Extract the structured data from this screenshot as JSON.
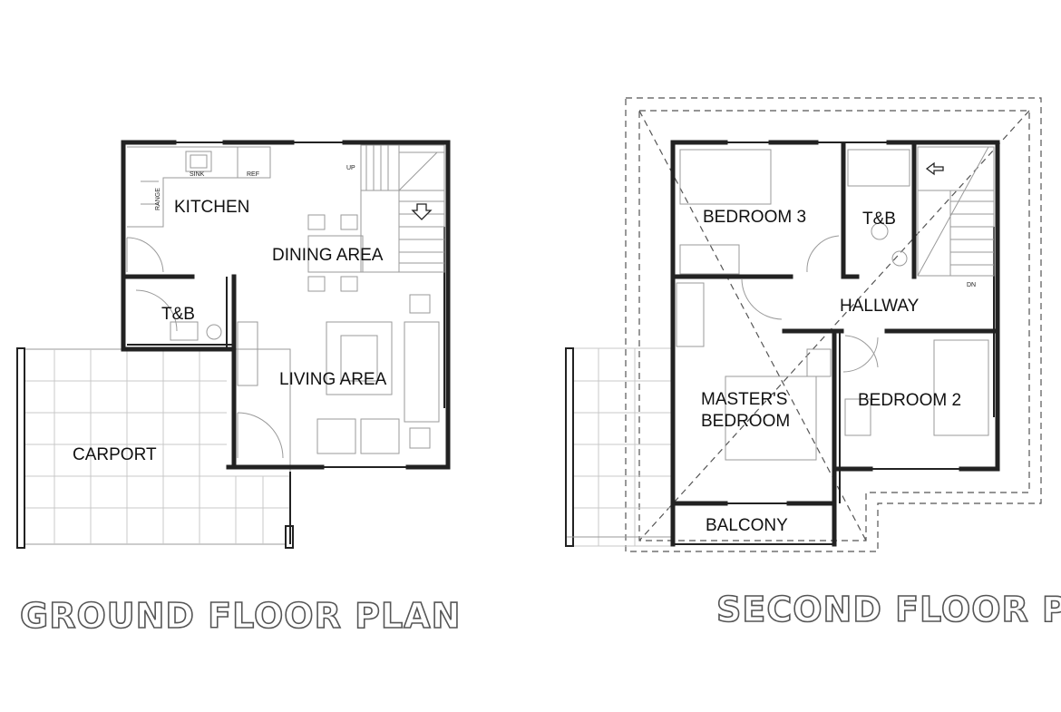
{
  "ground_floor": {
    "title": "GROUND FLOOR PLAN",
    "rooms": {
      "kitchen": "KITCHEN",
      "dining": "DINING AREA",
      "tb": "T&B",
      "living": "LIVING AREA",
      "carport": "CARPORT"
    },
    "fixtures": {
      "sink": "SINK",
      "ref": "REF",
      "range": "RANGE",
      "up": "UP"
    }
  },
  "second_floor": {
    "title": "SECOND FLOOR PLAN",
    "rooms": {
      "bedroom3": "BEDROOM 3",
      "tb": "T&B",
      "hallway": "HALLWAY",
      "master_line1": "MASTER'S",
      "master_line2": "BEDROOM",
      "bedroom2": "BEDROOM 2",
      "balcony": "BALCONY"
    },
    "fixtures": {
      "dn": "DN"
    }
  }
}
